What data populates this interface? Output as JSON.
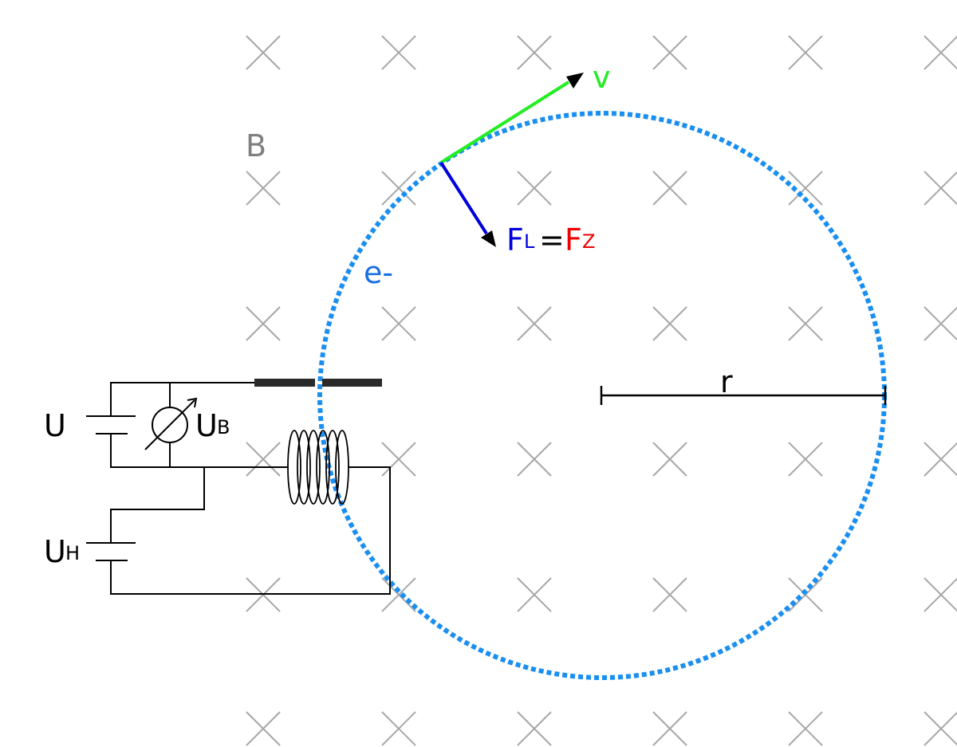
{
  "labels": {
    "field": "B",
    "velocity": "v",
    "force_lorentz_main": "F",
    "force_lorentz_sub": "L",
    "equals": "=",
    "force_centripetal_main": "F",
    "force_centripetal_sub": "Z",
    "electron": "e-",
    "radius": "r",
    "voltage": "U",
    "accel_voltage_main": "U",
    "accel_voltage_sub": "B",
    "heater_voltage_main": "U",
    "heater_voltage_sub": "H"
  },
  "colors": {
    "field_marks": "#a8a8a8",
    "field_label": "#808080",
    "electron_path": "#1a8ff0",
    "electron_label": "#1a6fe0",
    "velocity": "#22ee22",
    "lorentz_force": "#0000dd",
    "centripetal_force": "#ee0000",
    "circuit": "#000000",
    "plate": "#2a2a2a"
  },
  "icons": {
    "field_mark": "cross-x-icon",
    "meter": "voltmeter-icon",
    "coil": "heating-coil-icon",
    "battery": "battery-icon"
  },
  "field_direction": "into-page"
}
